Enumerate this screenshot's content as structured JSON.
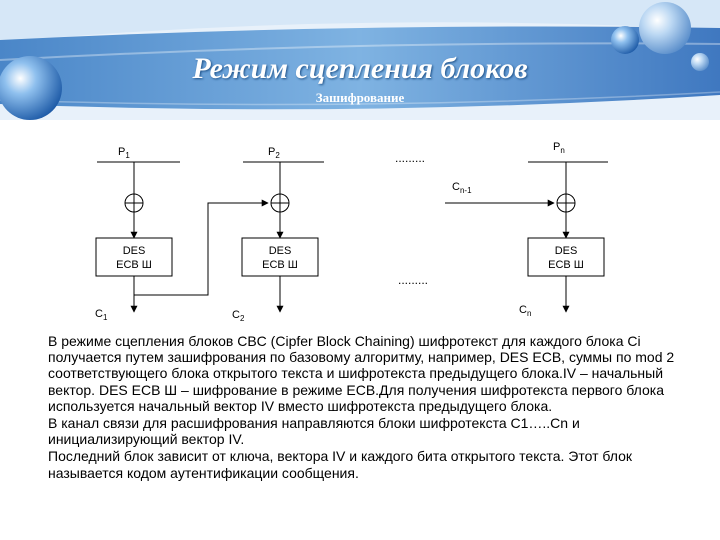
{
  "header": {
    "title": "Режим сцепления блоков",
    "subtitle": "Зашифрование"
  },
  "colors": {
    "banner_light": "#cfe4f6",
    "banner_mid": "#7fb0df",
    "banner_dark": "#3f78c0",
    "sphere": "#2e6fb8"
  },
  "diagram": {
    "inputs": [
      {
        "base": "P",
        "sub": "1"
      },
      {
        "base": "P",
        "sub": "2"
      },
      {
        "base": "P",
        "sub": "n"
      }
    ],
    "prev_cipher": {
      "base": "C",
      "sub": "n-1"
    },
    "blocks": [
      {
        "line1": "DES",
        "line2": "ECB Ш"
      },
      {
        "line1": "DES",
        "line2": "ECB Ш"
      },
      {
        "line1": "DES",
        "line2": "ECB Ш"
      }
    ],
    "outputs": [
      {
        "base": "C",
        "sub": "1"
      },
      {
        "base": "C",
        "sub": "2"
      },
      {
        "base": "C",
        "sub": "n"
      }
    ],
    "ellipsis_top": ".........",
    "ellipsis_bottom": "........."
  },
  "paragraphs": [
    "В режиме сцепления блоков CBC (Cipfer Block Chaining) шифротекст для каждого блока Ci получается путем зашифрования по базовому алгоритму, например, DES ECB, суммы по mod 2 соответствующего блока открытого текста и шифротекста предыдущего блока.IV – начальный вектор. DES ECB Ш – шифрование в режиме ECB.Для получения шифротекста первого блока используется начальный вектор IV вместо шифротекста предыдущего блока.",
    "В канал связи для расшифрования направляются блоки шифротекста С1…..Сn и инициализирующий вектор IV.",
    "Последний блок зависит от ключа, вектора IV и каждого бита открытого текста. Этот блок называется кодом аутентификации сообщения."
  ]
}
